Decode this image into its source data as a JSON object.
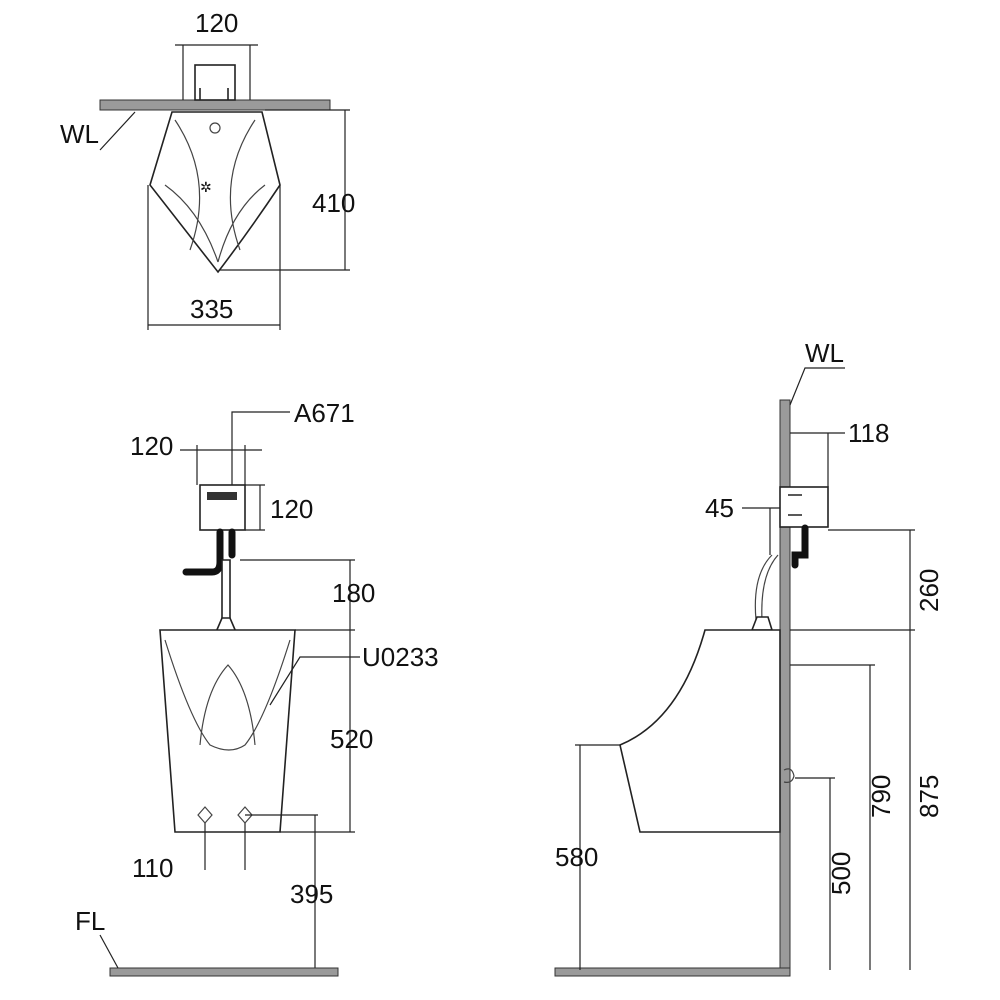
{
  "top_view": {
    "dim_width_top": "120",
    "wall_label": "WL",
    "dim_depth": "410",
    "dim_width": "335"
  },
  "front_view": {
    "valve_model": "A671",
    "dim_valve_width": "120",
    "dim_valve_height": "120",
    "dim_pipe": "180",
    "urinal_model": "U0233",
    "dim_height": "520",
    "dim_outlet_spacing": "110",
    "dim_outlet_offset": "395",
    "floor_label": "FL"
  },
  "side_view": {
    "wall_label": "WL",
    "dim_valve_depth": "118",
    "dim_pipe_offset": "45",
    "dim_valve_to_rim": "260",
    "dim_rim_height": "790",
    "dim_top_height": "875",
    "dim_outlet_height": "500",
    "dim_lip_height": "580"
  }
}
